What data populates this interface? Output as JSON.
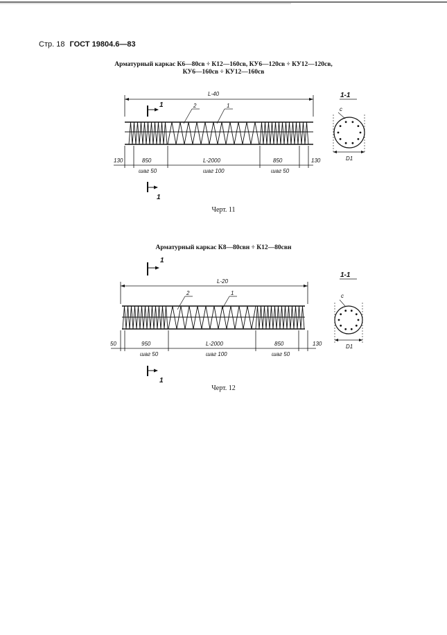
{
  "header": {
    "page": "Стр. 18",
    "standard": "ГОСТ 19804.6—83"
  },
  "figure11": {
    "title_line1": "Арматурный каркас К6—80св ÷ К12—160св, КУ6—120св ÷ КУ12—120св,",
    "title_line2": "КУ6—160св ÷ КУ12—160св",
    "length": "L-40",
    "callout_2": "2",
    "callout_1": "1",
    "section_mark": "1",
    "end_left": "130",
    "end_right": "130",
    "seg_left": "850",
    "seg_mid": "L-2000",
    "seg_right": "850",
    "pitch_left": "шаг 50",
    "pitch_mid": "шаг 100",
    "pitch_right": "шаг 50",
    "section_title": "1-1",
    "section_c": "c",
    "section_d": "D1",
    "caption": "Черт. 11"
  },
  "figure12": {
    "title": "Арматурный каркас К8—80свн ÷ К12—80свн",
    "length": "L-20",
    "callout_2": "2",
    "callout_1": "1",
    "section_mark": "1",
    "end_left": "50",
    "end_right": "130",
    "seg_left": "950",
    "seg_mid": "L-2000",
    "seg_right": "850",
    "pitch_left": "шаг 50",
    "pitch_mid": "шаг 100",
    "pitch_right": "шаг 50",
    "section_title": "1-1",
    "section_c": "c",
    "section_d": "D1",
    "caption": "Черт. 12"
  }
}
